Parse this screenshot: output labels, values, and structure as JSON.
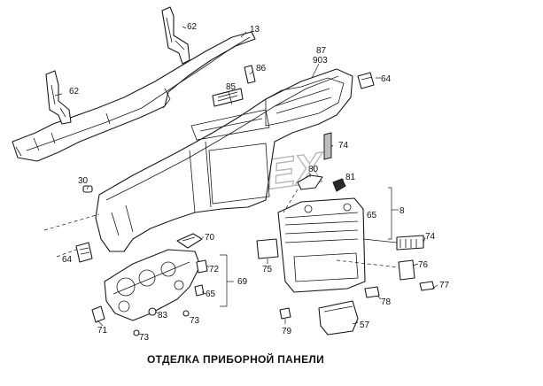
{
  "caption": "ОТДЕЛКА ПРИБОРНОЙ ПАНЕЛИ",
  "watermark": "OPEX",
  "callouts": {
    "c62a": "62",
    "c62b": "62",
    "c13": "13",
    "c87": "87",
    "c903": "903",
    "c86": "86",
    "c64a": "64",
    "c85": "85",
    "c74a": "74",
    "c30": "30",
    "c80": "80",
    "c81": "81",
    "c8": "8",
    "c65": "65",
    "c70": "70",
    "c74b": "74",
    "c64b": "64",
    "c72": "72",
    "c75": "75",
    "c76": "76",
    "c69": "69",
    "c65b": "65",
    "c77": "77",
    "c78": "78",
    "c83": "83",
    "c73a": "73",
    "c71": "71",
    "c73b": "73",
    "c79": "79",
    "c57": "57"
  }
}
